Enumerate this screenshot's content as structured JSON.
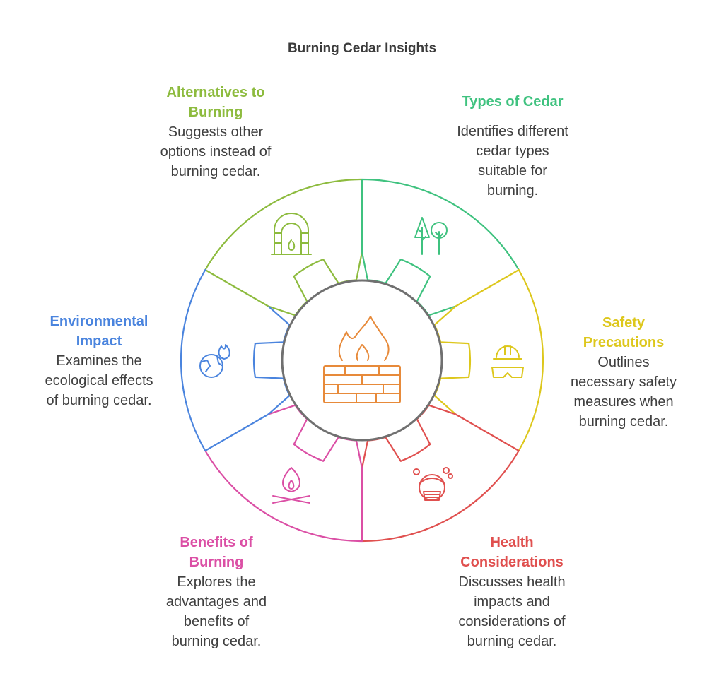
{
  "title": "Burning Cedar Insights",
  "colors": {
    "alternatives": "#8DBB3E",
    "types": "#3FC27F",
    "safety": "#DDC71C",
    "health": "#E0504F",
    "benefits": "#DB4FA5",
    "environmental": "#4A84DE",
    "center": "#707070",
    "center_icon": "#E78A3A"
  },
  "segments": [
    {
      "key": "alternatives",
      "heading": [
        "Alternatives to",
        "Burning"
      ],
      "description": [
        "Suggests other",
        "options instead of",
        "burning cedar."
      ],
      "icon": "fireplace-icon"
    },
    {
      "key": "types",
      "heading": [
        "Types of Cedar"
      ],
      "description": [
        "Identifies different",
        "cedar types",
        "suitable for",
        "burning."
      ],
      "icon": "trees-icon"
    },
    {
      "key": "safety",
      "heading": [
        "Safety",
        "Precautions"
      ],
      "description": [
        "Outlines",
        "necessary safety",
        "measures when",
        "burning cedar."
      ],
      "icon": "safety-helmet-goggles-icon"
    },
    {
      "key": "health",
      "heading": [
        "Health",
        "Considerations"
      ],
      "description": [
        "Discusses health",
        "impacts and",
        "considerations of",
        "burning cedar."
      ],
      "icon": "face-mask-icon"
    },
    {
      "key": "benefits",
      "heading": [
        "Benefits of",
        "Burning"
      ],
      "description": [
        "Explores the",
        "advantages and",
        "benefits of",
        "burning cedar."
      ],
      "icon": "campfire-icon"
    },
    {
      "key": "environmental",
      "heading": [
        "Environmental",
        "Impact"
      ],
      "description": [
        "Examines the",
        "ecological effects",
        "of burning cedar."
      ],
      "icon": "globe-fire-icon"
    }
  ],
  "center": {
    "icon": "fire-wall-icon"
  }
}
